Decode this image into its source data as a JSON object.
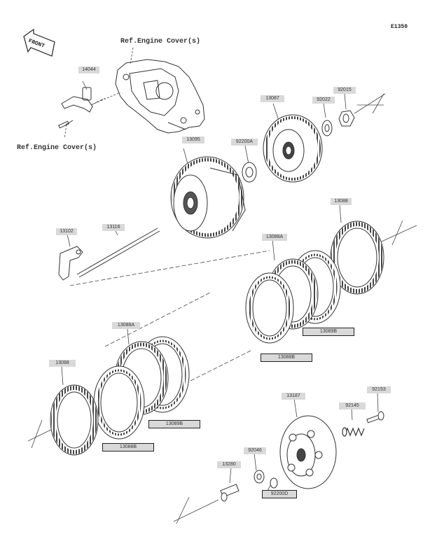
{
  "diagram_code": "E1350",
  "front_label": "FRONT",
  "refs": {
    "top": "Ref.Engine Cover(s)",
    "left": "Ref.Engine Cover(s)"
  },
  "parts": {
    "p14044": "14044",
    "p13087": "13087",
    "p92022": "92022",
    "p92015": "92015",
    "p13095": "13095",
    "p92200A": "92200A",
    "p13088_top": "13088",
    "p13102": "13102",
    "p13116": "13116",
    "p13088A_top": "13088A",
    "p13089B_top": "13089B",
    "p13088B_top": "13088B",
    "p13088A_mid": "13088A",
    "p13088_left": "13088",
    "p13089B_mid": "13089B",
    "p13088B_left": "13088B",
    "p92153": "92153",
    "p13187": "13187",
    "p92145": "92145",
    "p92046": "92046",
    "p13280": "13280",
    "p92200D": "92200D"
  }
}
